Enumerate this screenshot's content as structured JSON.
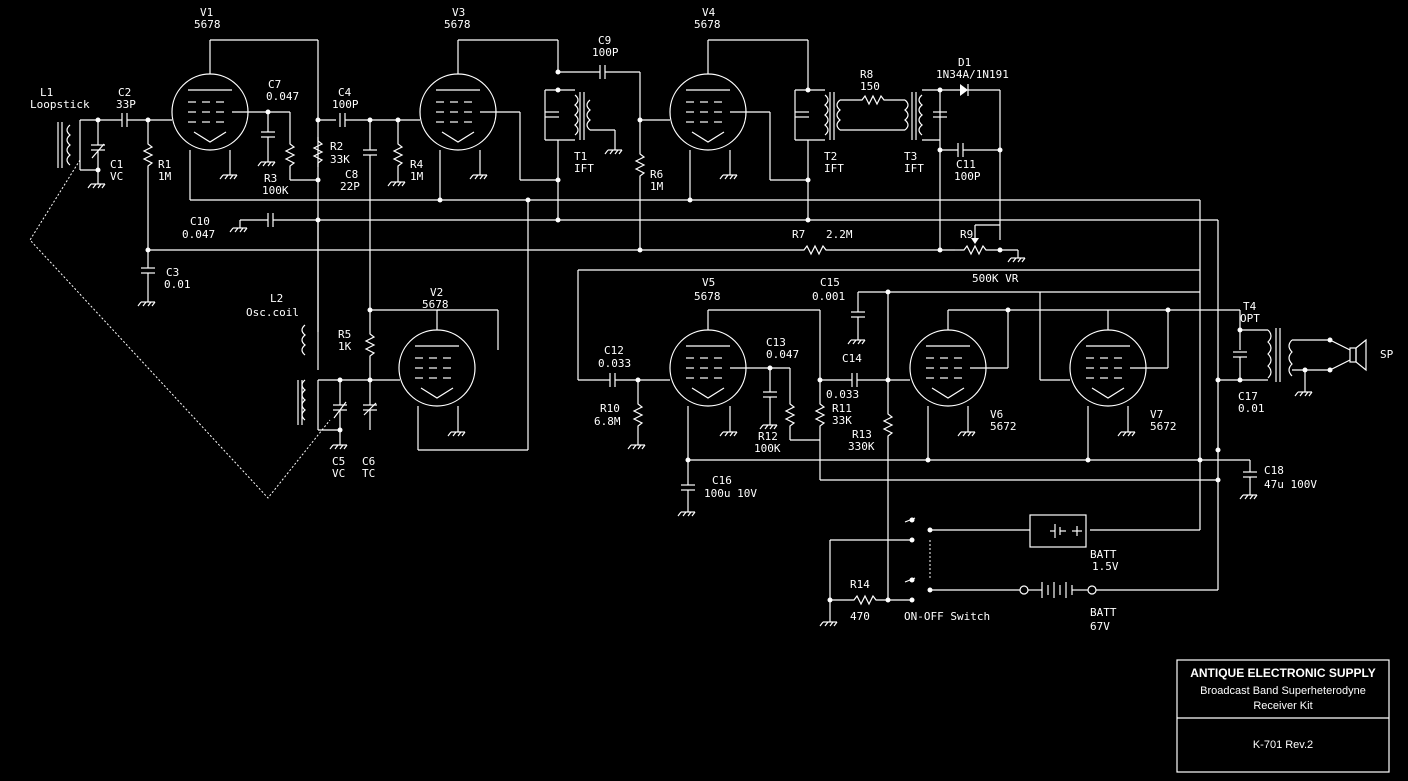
{
  "labels": {
    "L1": [
      "L1",
      "Loopstick"
    ],
    "C2": [
      "C2",
      "33P"
    ],
    "C1": [
      "C1",
      "VC"
    ],
    "R1": [
      "R1",
      "1M"
    ],
    "V1": [
      "V1",
      "5678"
    ],
    "C7": [
      "C7",
      "0.047"
    ],
    "R3": [
      "R3",
      "100K"
    ],
    "R2": [
      "R2",
      "33K"
    ],
    "C4": [
      "C4",
      "100P"
    ],
    "C8": [
      "C8",
      "22P"
    ],
    "V3": [
      "V3",
      "5678"
    ],
    "R4": [
      "R4",
      "1M"
    ],
    "C9": [
      "C9",
      "100P"
    ],
    "T1": [
      "T1",
      "IFT"
    ],
    "R6": [
      "R6",
      "1M"
    ],
    "V4": [
      "V4",
      "5678"
    ],
    "T2": [
      "T2",
      "IFT"
    ],
    "R8": [
      "R8",
      "150"
    ],
    "T3": [
      "T3",
      "IFT"
    ],
    "D1": [
      "D1",
      "1N34A/1N191"
    ],
    "C11": [
      "C11",
      "100P"
    ],
    "C10": [
      "C10",
      "0.047"
    ],
    "R7": [
      "R7",
      "2.2M"
    ],
    "R9": [
      "R9",
      "500K VR"
    ],
    "C3": [
      "C3",
      "0.01"
    ],
    "L2": [
      "L2",
      "Osc.coil"
    ],
    "R5": [
      "R5",
      "1K"
    ],
    "V2": [
      "V2",
      "5678"
    ],
    "C5": [
      "C5",
      "VC"
    ],
    "C6": [
      "C6",
      "TC"
    ],
    "V5": [
      "V5",
      "5678"
    ],
    "C12": [
      "C12",
      "0.033"
    ],
    "R10": [
      "R10",
      "6.8M"
    ],
    "C13": [
      "C13",
      "0.047"
    ],
    "R12": [
      "R12",
      "100K"
    ],
    "R11": [
      "R11",
      "33K"
    ],
    "C14": [
      "C14",
      "0.033"
    ],
    "C15": [
      "C15",
      "0.001"
    ],
    "R13": [
      "R13",
      "330K"
    ],
    "V6": [
      "V6",
      "5672"
    ],
    "V7": [
      "V7",
      "5672"
    ],
    "T4": [
      "T4",
      "OPT"
    ],
    "SP": [
      "SP"
    ],
    "C17": [
      "C17",
      "0.01"
    ],
    "C18": [
      "C18",
      "47u 100V"
    ],
    "C16": [
      "C16",
      "100u 10V"
    ],
    "BATT1": [
      "BATT",
      "1.5V"
    ],
    "BATT2": [
      "BATT",
      "67V"
    ],
    "R14": [
      "R14",
      "470"
    ],
    "SW": [
      "ON-OFF Switch"
    ]
  },
  "title_block": {
    "company": "ANTIQUE ELECTRONIC SUPPLY",
    "line1": "Broadcast Band Superheterodyne",
    "line2": "Receiver Kit",
    "part": "K-701  Rev.2"
  }
}
